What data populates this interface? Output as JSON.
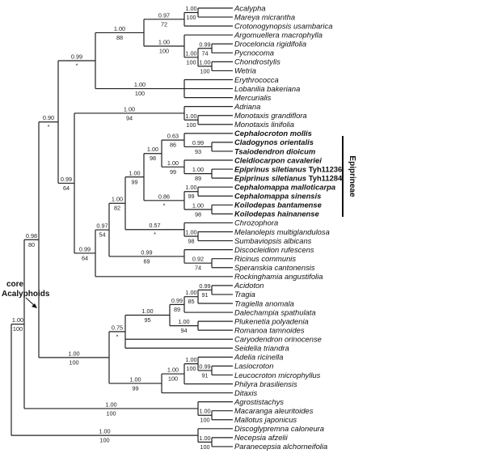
{
  "taxa": [
    {
      "name": "Acalypha"
    },
    {
      "name": "Mareya micrantha"
    },
    {
      "name": "Crotonogynopsis usambarica"
    },
    {
      "name": "Argomuellera macrophylla"
    },
    {
      "name": "Droceloncia rigidifolia"
    },
    {
      "name": "Pycnocoma"
    },
    {
      "name": "Chondrostylis"
    },
    {
      "name": "Wetria"
    },
    {
      "name": "Erythrococca"
    },
    {
      "name": "Lobanilia bakeriana"
    },
    {
      "name": "Mercurialis"
    },
    {
      "name": "Adriana"
    },
    {
      "name": "Monotaxis grandiflora"
    },
    {
      "name": "Monotaxis linifolia"
    },
    {
      "name": "Cephalocroton mollis",
      "bold": true
    },
    {
      "name": "Cladogynos orientalis",
      "bold": true
    },
    {
      "name": "Tsaiodendron dioicum",
      "bold": true
    },
    {
      "name": "Cleidiocarpon cavaleriei",
      "bold": true
    },
    {
      "name": "Epiprinus siletianus",
      "suffix": "Tyh11236",
      "bold": true
    },
    {
      "name": "Epiprinus siletianus",
      "suffix": "Tyh11284",
      "bold": true
    },
    {
      "name": "Cephalomappa malloticarpa",
      "bold": true
    },
    {
      "name": "Cephalomappa sinensis",
      "bold": true
    },
    {
      "name": "Koilodepas bantamense",
      "bold": true
    },
    {
      "name": "Koilodepas hainanense",
      "bold": true
    },
    {
      "name": "Chrozophora"
    },
    {
      "name": "Melanolepis multiglandulosa"
    },
    {
      "name": "Sumbaviopsis albicans"
    },
    {
      "name": "Discocleidion rufescens"
    },
    {
      "name": "Ricinus communis"
    },
    {
      "name": "Speranskia cantonensis"
    },
    {
      "name": "Rockinghamia angustifolia"
    },
    {
      "name": "Acidoton"
    },
    {
      "name": "Tragia"
    },
    {
      "name": "Tragiella anomala"
    },
    {
      "name": "Dalechampia spathulata"
    },
    {
      "name": "Plukenetia polyadenia"
    },
    {
      "name": "Romanoa tamnoides"
    },
    {
      "name": "Caryodendron orinocense"
    },
    {
      "name": "Seidelia triandra"
    },
    {
      "name": "Adelia ricinella"
    },
    {
      "name": "Lasiocroton"
    },
    {
      "name": "Leucocroton microphyllus"
    },
    {
      "name": "Philyra brasiliensis"
    },
    {
      "name": "Ditaxis"
    },
    {
      "name": "Agrostistachys"
    },
    {
      "name": "Macaranga aleuritoides"
    },
    {
      "name": "Mallotus japonicus"
    },
    {
      "name": "Discoglypremna caloneura"
    },
    {
      "name": "Necepsia afzelii"
    },
    {
      "name": "Paranecepsia alchorneifolia"
    }
  ],
  "nodes": [
    {
      "pp": "1.00",
      "bs": "100"
    },
    {
      "pp": "0.97",
      "bs": "72"
    },
    {
      "pp": "0.99",
      "bs": "74"
    },
    {
      "pp": "1.00",
      "bs": "100"
    },
    {
      "pp": "1.00",
      "bs": "100"
    },
    {
      "pp": "1.00",
      "bs": "100"
    },
    {
      "pp": "1.00",
      "bs": "88"
    },
    {
      "pp": "1.00",
      "bs": "100"
    },
    {
      "pp": "0.99",
      "bs": "*"
    },
    {
      "pp": "1.00",
      "bs": "100"
    },
    {
      "pp": "1.00",
      "bs": "94"
    },
    {
      "pp": "0.99",
      "bs": "93"
    },
    {
      "pp": "0.63",
      "bs": "86"
    },
    {
      "pp": "1.00",
      "bs": "89"
    },
    {
      "pp": "1.00",
      "bs": "99"
    },
    {
      "pp": "1.00",
      "bs": "98"
    },
    {
      "pp": "0.86",
      "bs": "*"
    },
    {
      "pp": "1.00",
      "bs": "99"
    },
    {
      "pp": "1.00",
      "bs": "99"
    },
    {
      "pp": "1.00",
      "bs": "98"
    },
    {
      "pp": "0.57",
      "bs": "*"
    },
    {
      "pp": "1.00",
      "bs": "82"
    },
    {
      "pp": "0.92",
      "bs": "74"
    },
    {
      "pp": "0.99",
      "bs": "69"
    },
    {
      "pp": "0.97",
      "bs": "54"
    },
    {
      "pp": "0.99",
      "bs": "64"
    },
    {
      "pp": "0.90",
      "bs": "*"
    },
    {
      "pp": "0.99",
      "bs": "91"
    },
    {
      "pp": "1.00",
      "bs": "85"
    },
    {
      "pp": "0.99",
      "bs": "89"
    },
    {
      "pp": "1.00",
      "bs": "94"
    },
    {
      "pp": "1.00",
      "bs": "95"
    },
    {
      "pp": "0.75",
      "bs": "*"
    },
    {
      "pp": "0.99",
      "bs": "91"
    },
    {
      "pp": "1.00",
      "bs": "100"
    },
    {
      "pp": "1.00",
      "bs": "100"
    },
    {
      "pp": "1.00",
      "bs": "99"
    },
    {
      "pp": "1.00",
      "bs": "100"
    },
    {
      "pp": "1.00",
      "bs": "100"
    },
    {
      "pp": "0.98",
      "bs": "80"
    },
    {
      "pp": "1.00",
      "bs": "100"
    },
    {
      "pp": "1.00",
      "bs": "100"
    },
    {
      "pp": "1.00",
      "bs": "100"
    }
  ],
  "group_label": "Epiprineae",
  "core_label_line1": "core",
  "core_label_line2": "Acalyphoids"
}
